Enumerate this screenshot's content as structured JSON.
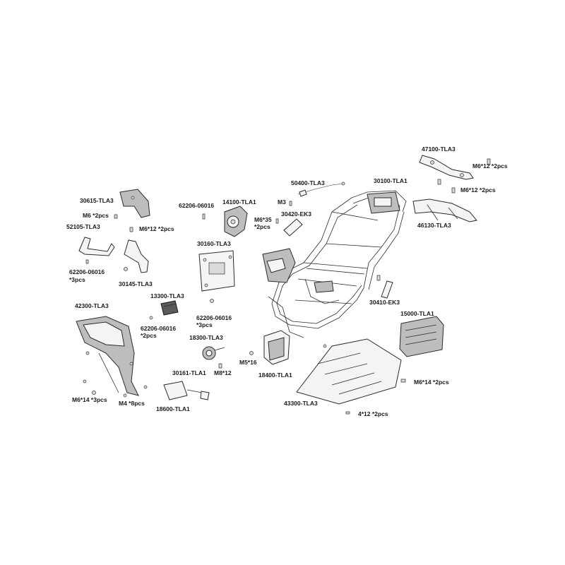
{
  "labels": {
    "l_47100": "47100-TLA3",
    "l_m6_12_a": "M6*12 *2pcs",
    "l_m6_12_b": "M6*12 *2pcs",
    "l_46130": "46130-TLA3",
    "l_50400": "50400-TLA3",
    "l_30100": "30100-TLA1",
    "l_m3": "M3",
    "l_30615": "30615-TLA3",
    "l_62206_a": "62206-06016",
    "l_14100": "14100-TLA1",
    "l_m6_35": "M6*35",
    "l_m6_35_qty": "*2pcs",
    "l_30420": "30420-EK3",
    "l_m6_2pcs": "M6 *2pcs",
    "l_52105": "52105-TLA3",
    "l_m6_12_c": "M6*12 *2pcs",
    "l_30160": "30160-TLA3",
    "l_62206_b": "62206-06016",
    "l_62206_b_qty": "*3pcs",
    "l_30145": "30145-TLA3",
    "l_30410": "30410-EK3",
    "l_42300": "42300-TLA3",
    "l_13300": "13300-TLA3",
    "l_15000": "15000-TLA1",
    "l_62206_c": "62206-06016",
    "l_62206_c_qty": "*3pcs",
    "l_62206_d": "62206-06016",
    "l_62206_d_qty": "*2pcs",
    "l_18300": "18300-TLA3",
    "l_m5_16": "M5*16",
    "l_m8_12": "M8*12",
    "l_18400": "18400-TLA1",
    "l_30161": "30161-TLA1",
    "l_m6_14_a": "M6*14 *2pcs",
    "l_m6_14_b": "M6*14 *3pcs",
    "l_m4": "M4 *8pcs",
    "l_43300": "43300-TLA3",
    "l_4_12": "4*12 *2pcs",
    "l_18600": "18600-TLA1"
  }
}
